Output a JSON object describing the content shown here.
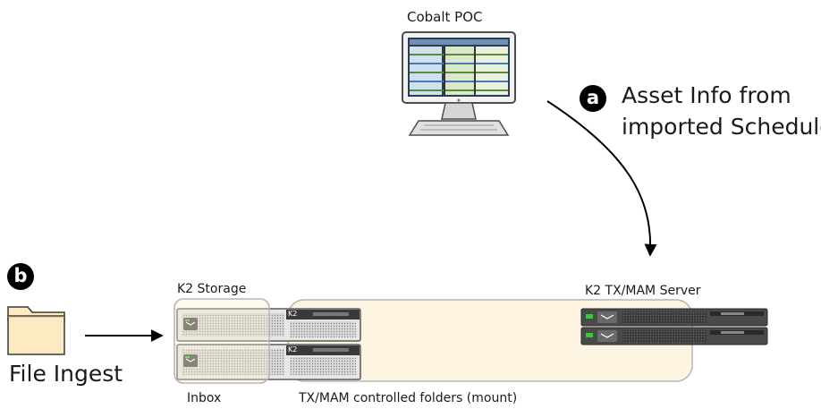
{
  "nodes": {
    "monitor": {
      "label": "Cobalt POC"
    },
    "storage": {
      "label": "K2 Storage"
    },
    "server": {
      "label": "K2 TX/MAM Server"
    },
    "inbox": {
      "label": "Inbox"
    },
    "folders": {
      "label": "TX/MAM controlled folders (mount)"
    },
    "ingest": {
      "label": "File Ingest"
    }
  },
  "callouts": {
    "a": {
      "badge": "a",
      "line1": "Asset Info from",
      "line2": "imported Schedule"
    },
    "b": {
      "badge": "b"
    }
  },
  "device_logo": "K2",
  "colors": {
    "folder_fill": "#fcebc2",
    "region_fill": "#fdf4e2",
    "region_stroke": "#b5b5b5",
    "chassis": "#e6e6e6",
    "server_dark": "#3a3a3a",
    "led_green": "#33cc33"
  }
}
